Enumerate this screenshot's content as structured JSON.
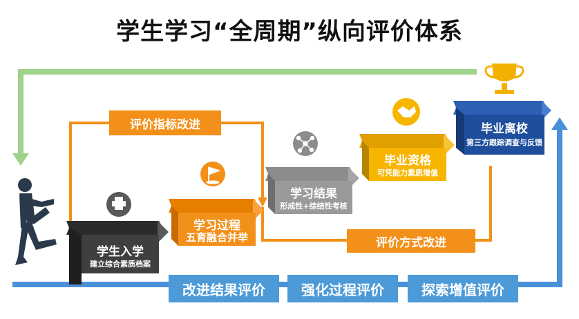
{
  "title": "学生学习“全周期”纵向评价体系",
  "improve_indicators": "评价指标改进",
  "improve_methods": "评价方式改进",
  "steps": [
    {
      "main": "学生入学",
      "sub": "建立综合素质档案",
      "icon": "printer-icon"
    },
    {
      "main": "学习过程",
      "sub": "五育融合并举",
      "icon": "flag-icon"
    },
    {
      "main": "学习结果",
      "sub": "形成性+综结性考核",
      "icon": "network-icon"
    },
    {
      "main": "毕业资格",
      "sub": "可凭能力素质增值",
      "icon": "handshake-icon"
    },
    {
      "main": "毕业离校",
      "sub": "第三方跟踪调查与反馈",
      "icon": "trophy-icon"
    }
  ],
  "bottom": [
    "改进结果评价",
    "强化过程评价",
    "探索增值评价"
  ],
  "colors": {
    "green": "#9fd28a",
    "blue": "#4a90d9",
    "orange": "#f39019",
    "dark_gray": "#3f3f3f",
    "gray": "#8c8c8c",
    "yellow": "#f7b500",
    "navy": "#1f4e9c"
  }
}
